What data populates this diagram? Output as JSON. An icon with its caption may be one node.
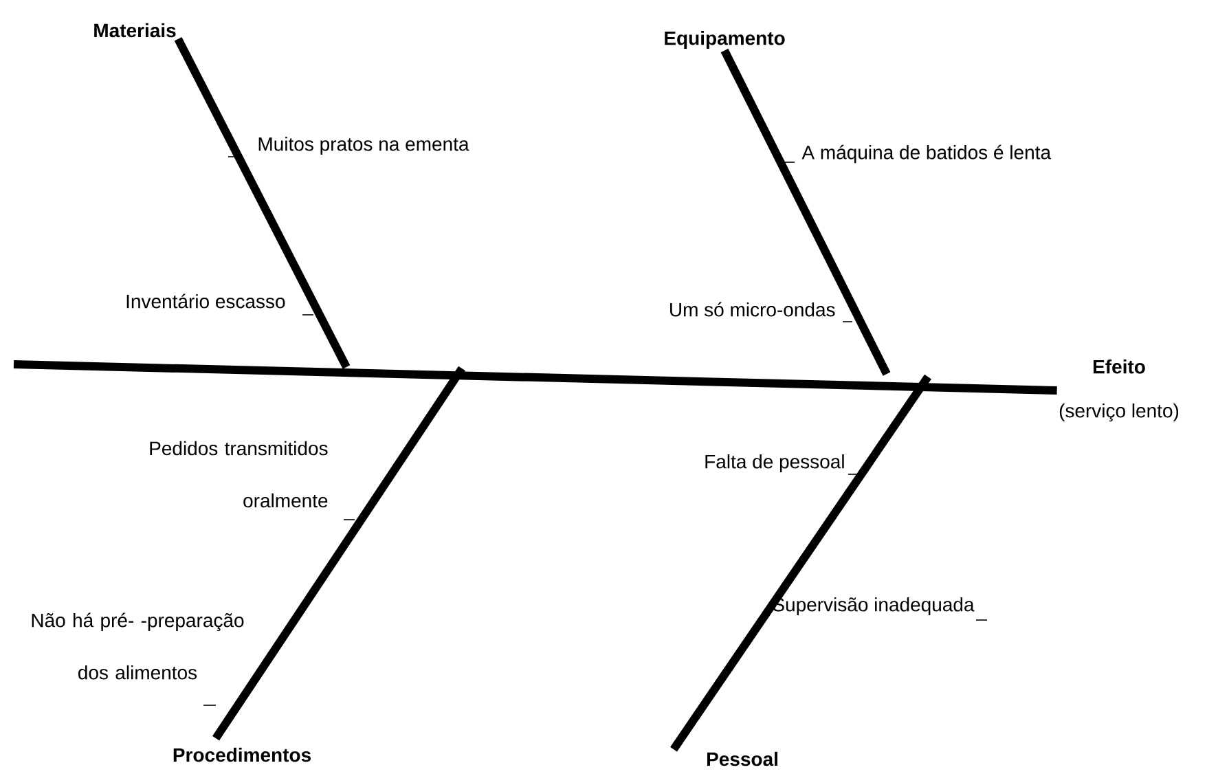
{
  "diagram": {
    "nodes": [
      {
        "text": [
          "Materiais"
        ]
      },
      {
        "text": [
          "Equipamento"
        ]
      },
      {
        "text": [
          "Procedimentos"
        ]
      },
      {
        "text": [
          "Pessoal"
        ]
      },
      {
        "text": [
          "Efeito",
          "(serviço lento)"
        ]
      }
    ],
    "edges": [
      {
        "from": null,
        "to": 4,
        "arrow": "none"
      },
      {
        "from": 0,
        "to": null,
        "arrow": "none"
      },
      {
        "from": 1,
        "to": null,
        "arrow": "none"
      },
      {
        "from": 2,
        "to": null,
        "arrow": "none"
      },
      {
        "from": 3,
        "to": null,
        "arrow": "none"
      }
    ],
    "labels": [
      "Muitos pratos na ementa",
      "A máquina de batidos é lenta",
      "Inventário escasso",
      "Um só micro-ondas",
      "Pedidos transmitidos oralmente",
      "Falta de pessoal",
      "Não há pré- -preparação dos alimentos",
      "Supervisão inadequada"
    ]
  }
}
